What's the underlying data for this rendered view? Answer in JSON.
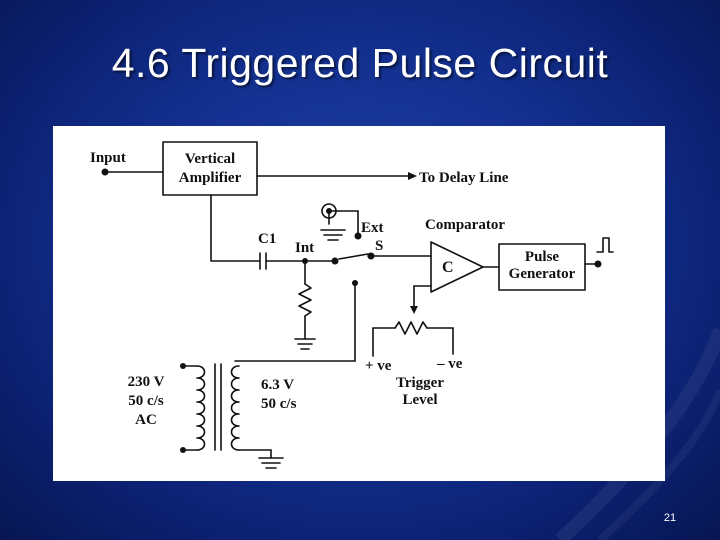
{
  "slide": {
    "title": "4.6 Triggered Pulse Circuit",
    "page_number": "21"
  },
  "diagram": {
    "labels": {
      "input": "Input",
      "vertical_amp_line1": "Vertical",
      "vertical_amp_line2": "Amplifier",
      "to_delay_line": "To Delay Line",
      "ext": "Ext",
      "comparator": "Comparator",
      "c1": "C1",
      "int": "Int",
      "s": "S",
      "c": "C",
      "pulse_gen_line1": "Pulse",
      "pulse_gen_line2": "Generator",
      "plus_ve": "+ ve",
      "minus_ve": "– ve",
      "trigger_level_line1": "Trigger",
      "trigger_level_line2": "Level",
      "primary_line1": "230 V",
      "primary_line2": "50 c/s",
      "primary_line3": "AC",
      "secondary_line1": "6.3 V",
      "secondary_line2": "50 c/s"
    }
  },
  "colors": {
    "background": "#13308f",
    "title": "#ffffff",
    "figure_background": "#ffffff",
    "ink": "#111111"
  }
}
